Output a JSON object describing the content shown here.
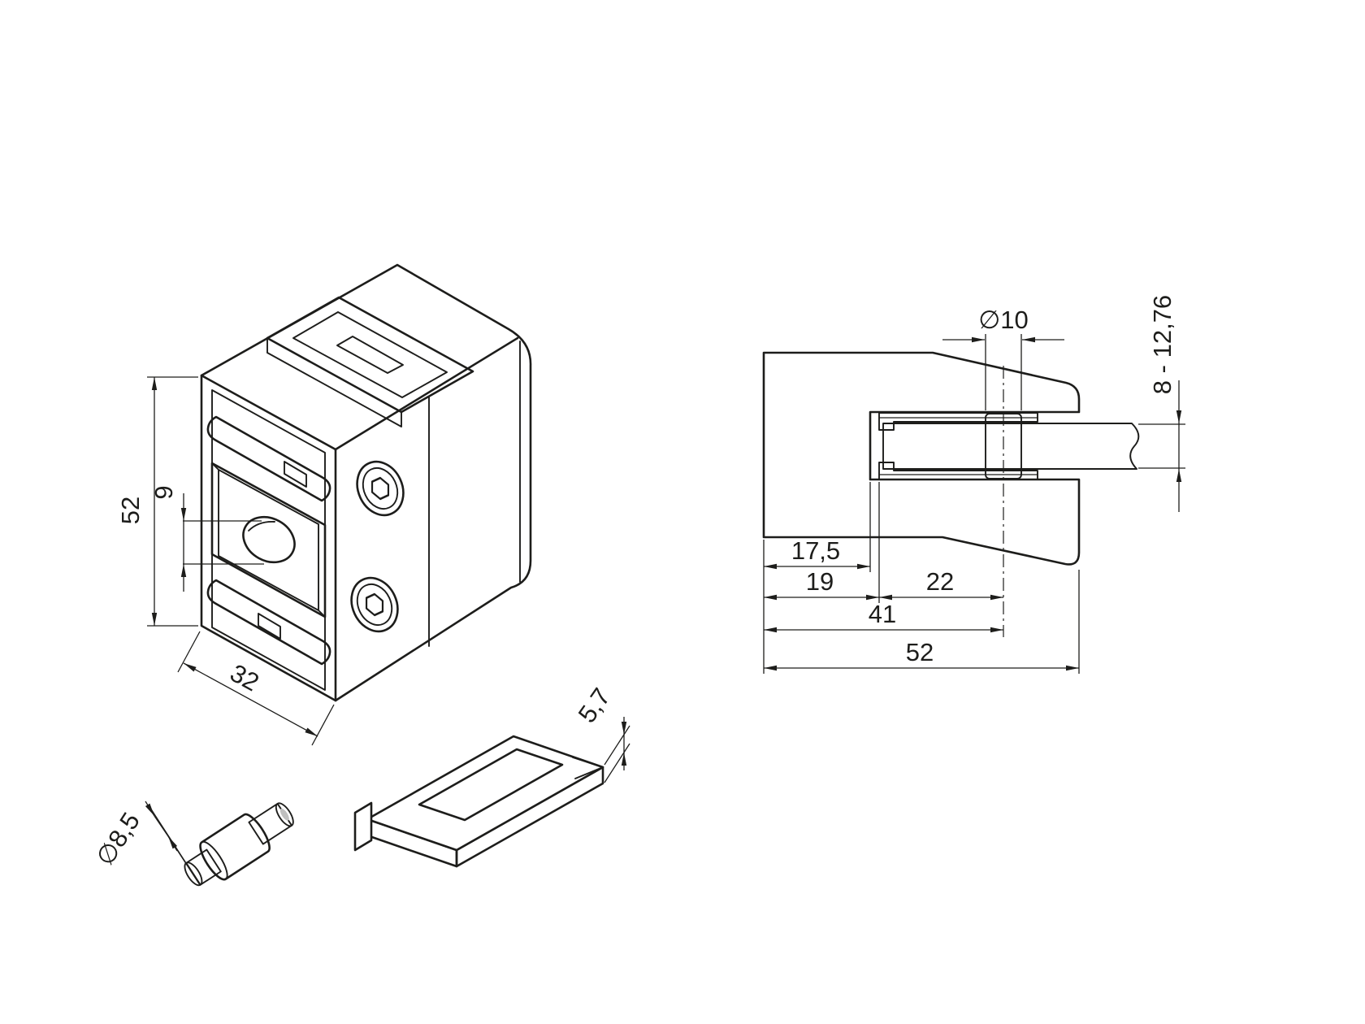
{
  "drawing": {
    "title": "glass-clamp-technical-drawing",
    "colors": {
      "line": "#1d1d1b",
      "glass": "#dcead3",
      "rubber": "#3a3a3a",
      "metal_face": "#d8d8d8",
      "white": "#ffffff"
    },
    "iso_view": {
      "height": "52",
      "depth": "32",
      "hole_diameter": "9"
    },
    "section_view": {
      "pin_diameter": "∅10",
      "glass_thickness_range": "8 - 12,76",
      "dim_17_5": "17,5",
      "dim_19": "19",
      "dim_22": "22",
      "dim_41": "41",
      "dim_52": "52"
    },
    "pin_detail": {
      "diameter": "∅8,5"
    },
    "plate_detail": {
      "thickness": "5,7"
    }
  }
}
